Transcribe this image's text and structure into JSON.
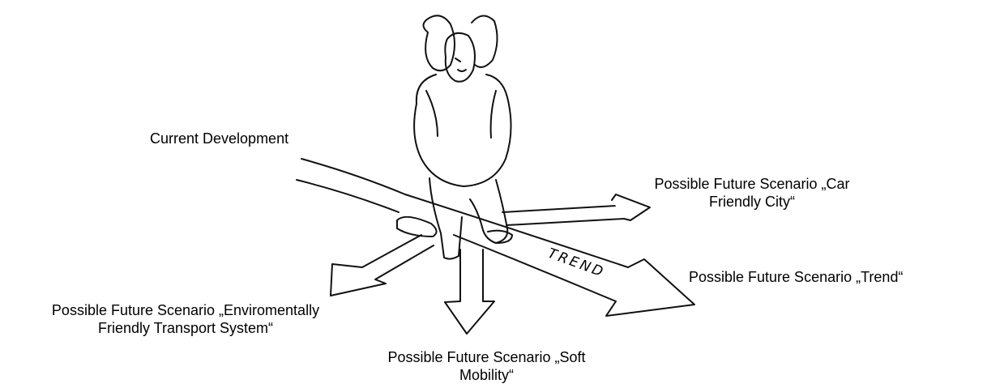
{
  "labels": {
    "current": "Current Development",
    "car_line1": "Possible Future Scenario „Car",
    "car_line2": "Friendly City“",
    "trend": "Possible Future Scenario „Trend“",
    "env_line1": "Possible Future Scenario „Enviromentally",
    "env_line2": "Friendly Transport System“",
    "soft_line1": "Possible Future Scenario „Soft",
    "soft_line2": "Mobility“"
  },
  "arrow_text": {
    "trend": "TREND"
  }
}
